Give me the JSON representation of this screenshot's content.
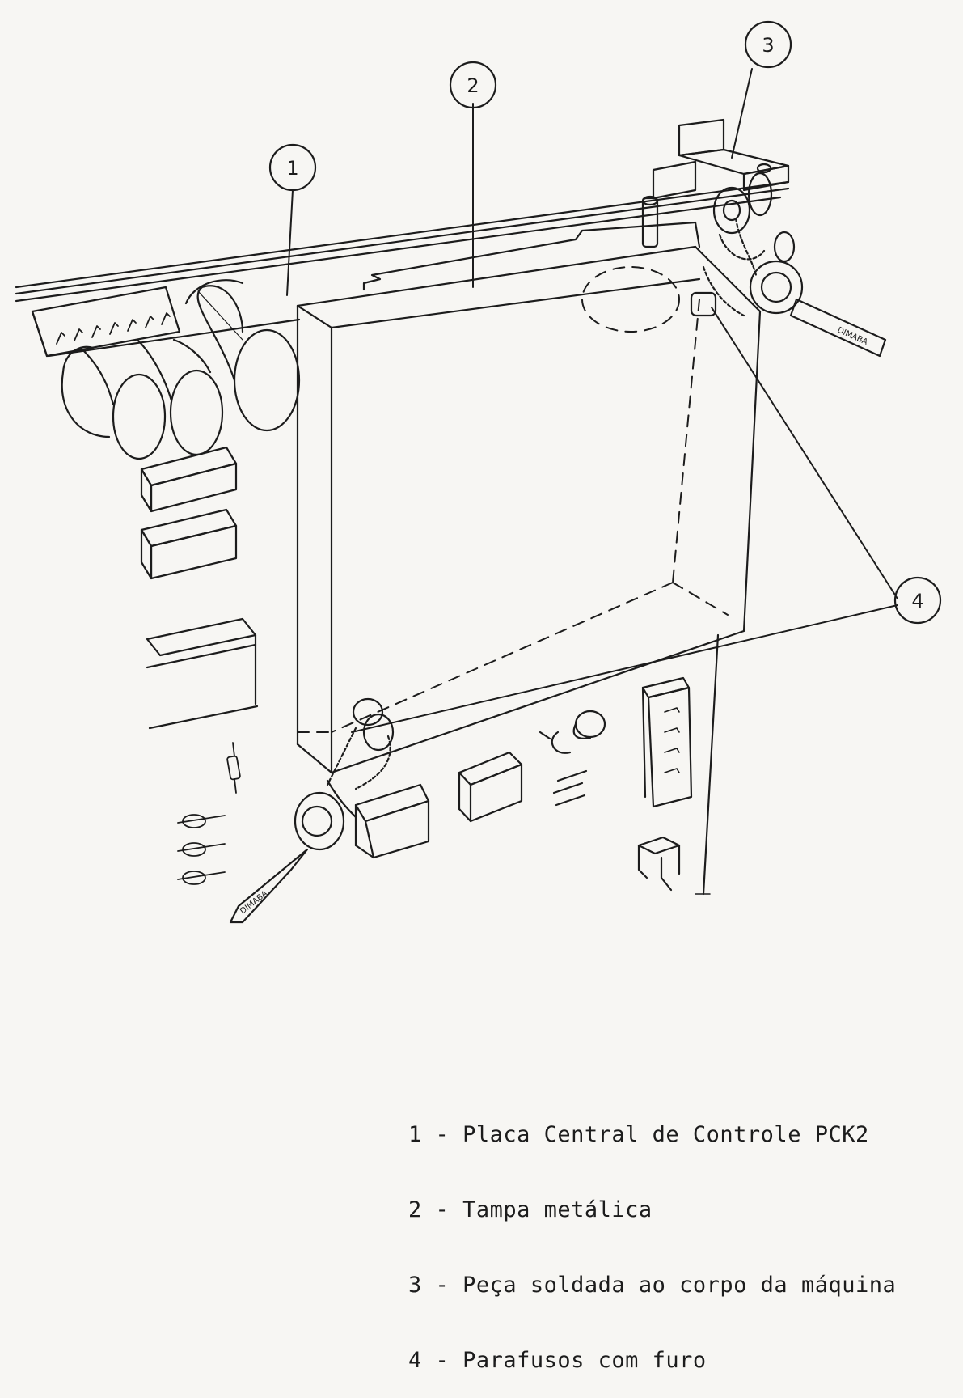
{
  "diagram": {
    "callouts": [
      {
        "number": "1"
      },
      {
        "number": "2"
      },
      {
        "number": "3"
      },
      {
        "number": "4"
      }
    ],
    "key_tag_text": "DIMABA",
    "legend": [
      {
        "number": "1",
        "separator": "-",
        "text": "Placa Central de Controle PCK2"
      },
      {
        "number": "2",
        "separator": "-",
        "text": "Tampa metálica"
      },
      {
        "number": "3",
        "separator": "-",
        "text": "Peça soldada ao corpo da máquina"
      },
      {
        "number": "4",
        "separator": "-",
        "text": "Parafusos com furo"
      }
    ]
  },
  "colors": {
    "ink": "#1c1c1c",
    "paper": "#f7f6f3"
  }
}
